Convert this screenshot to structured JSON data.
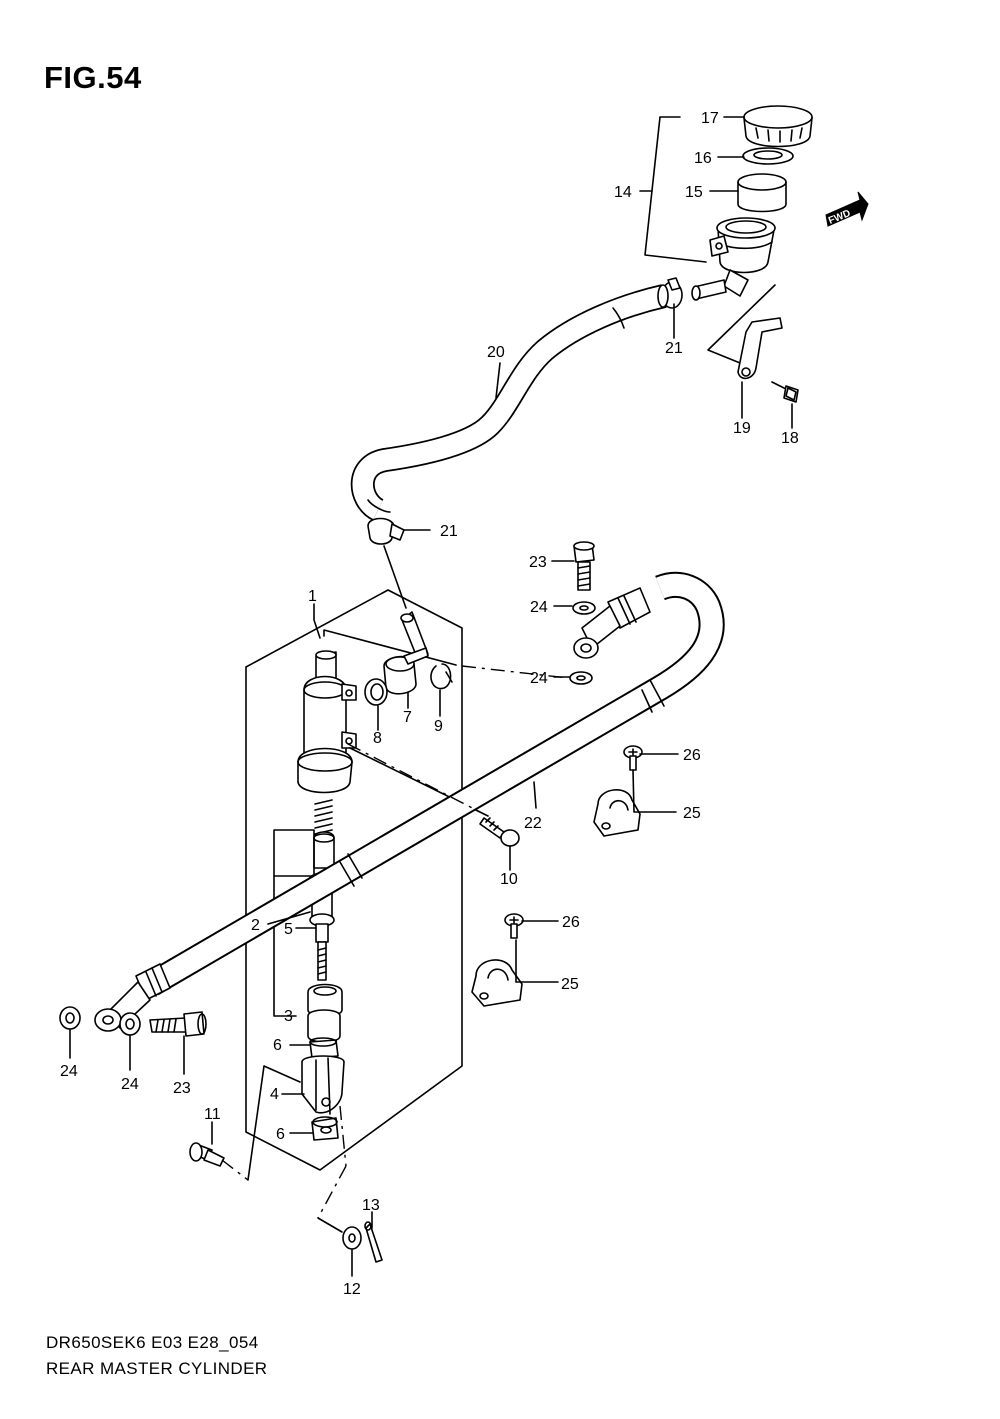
{
  "figure": {
    "title": "FIG.54",
    "model_code": "DR650SEK6 E03 E28_054",
    "diagram_name": "REAR MASTER CYLINDER",
    "direction_badge": "FWD"
  },
  "callouts": [
    "1",
    "2",
    "3",
    "4",
    "5",
    "6",
    "6",
    "7",
    "8",
    "9",
    "10",
    "11",
    "12",
    "13",
    "14",
    "15",
    "16",
    "17",
    "18",
    "19",
    "20",
    "21",
    "21",
    "22",
    "23",
    "23",
    "24",
    "24",
    "24",
    "24",
    "25",
    "25",
    "26",
    "26"
  ]
}
